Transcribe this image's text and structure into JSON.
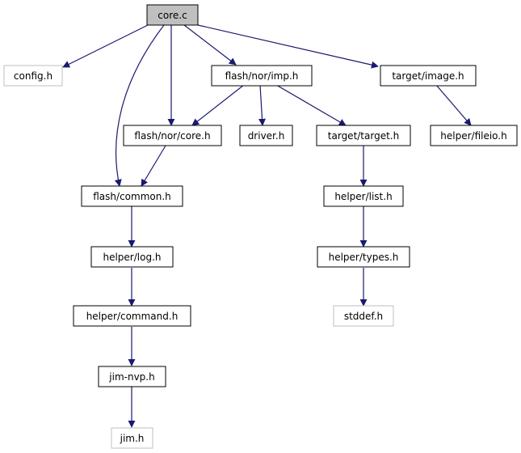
{
  "colors": {
    "edge": "#191970",
    "node_border": "#000000",
    "node_border_missing": "#bfbfbf",
    "node_fill": "#ffffff",
    "root_fill": "#bfbfbf"
  },
  "nodes": {
    "core_c": "core.c",
    "config_h": "config.h",
    "flash_nor_imp_h": "flash/nor/imp.h",
    "target_image_h": "target/image.h",
    "flash_nor_core_h": "flash/nor/core.h",
    "driver_h": "driver.h",
    "target_target_h": "target/target.h",
    "helper_fileio_h": "helper/fileio.h",
    "flash_common_h": "flash/common.h",
    "helper_list_h": "helper/list.h",
    "helper_log_h": "helper/log.h",
    "helper_types_h": "helper/types.h",
    "helper_command_h": "helper/command.h",
    "stddef_h": "stddef.h",
    "jim_nvp_h": "jim-nvp.h",
    "jim_h": "jim.h"
  }
}
